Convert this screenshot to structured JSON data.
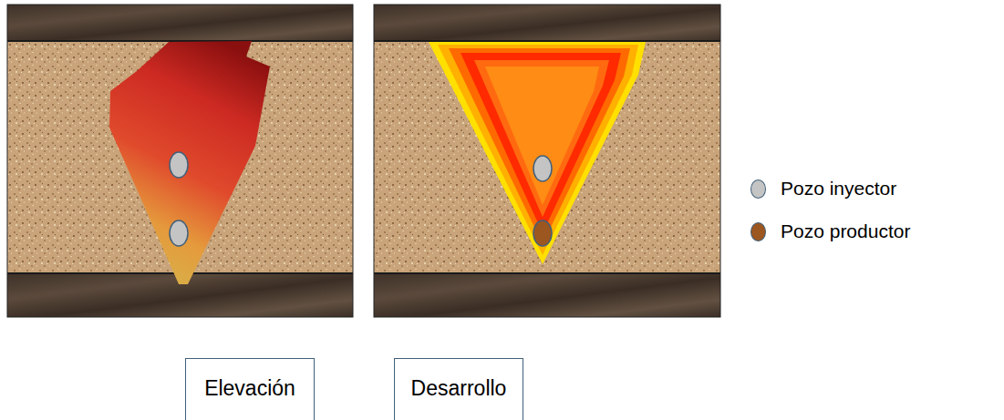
{
  "diagram": {
    "nodes": [
      {
        "text": [
          "Elevación"
        ]
      },
      {
        "text": [
          "Desarrollo"
        ]
      }
    ],
    "legend": [
      {
        "text": "Pozo inyector",
        "color": "#c4c4c4"
      },
      {
        "text": "Pozo productor",
        "color": "#9c561f"
      }
    ]
  }
}
